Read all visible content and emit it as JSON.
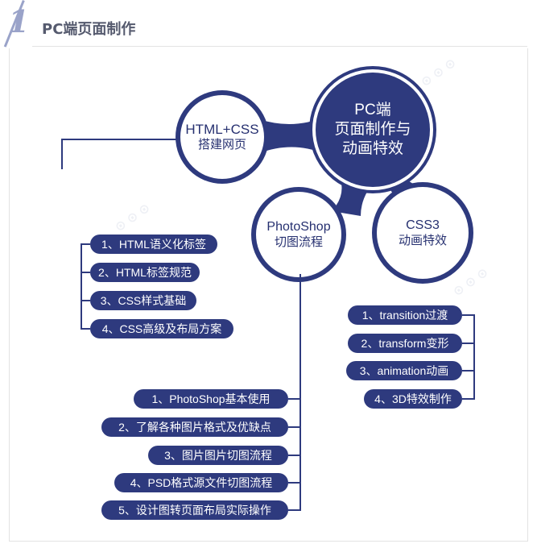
{
  "header": {
    "number": "1",
    "title": "PC端页面制作"
  },
  "center": {
    "line1": "PC端",
    "line2": "页面制作与",
    "line3": "动画特效"
  },
  "bubbles": {
    "html_css": {
      "line1": "HTML+CSS",
      "line2": "搭建网页"
    },
    "photoshop": {
      "line1": "PhotoShop",
      "line2": "切图流程"
    },
    "css3": {
      "line1": "CSS3",
      "line2": "动画特效"
    }
  },
  "html_css_items": [
    "1、HTML语义化标签",
    "2、HTML标签规范",
    "3、CSS样式基础",
    "4、CSS高级及布局方案"
  ],
  "css3_items": [
    "1、transition过渡",
    "2、transform变形",
    "3、animation动画",
    "4、3D特效制作"
  ],
  "photoshop_items": [
    "1、PhotoShop基本使用",
    "2、了解各种图片格式及优缺点",
    "3、图片图片切图流程",
    "4、PSD格式源文件切图流程",
    "5、设计图转页面布局实际操作"
  ],
  "colors": {
    "primary": "#2e3a7e",
    "header_accent": "#9aa3c9"
  }
}
